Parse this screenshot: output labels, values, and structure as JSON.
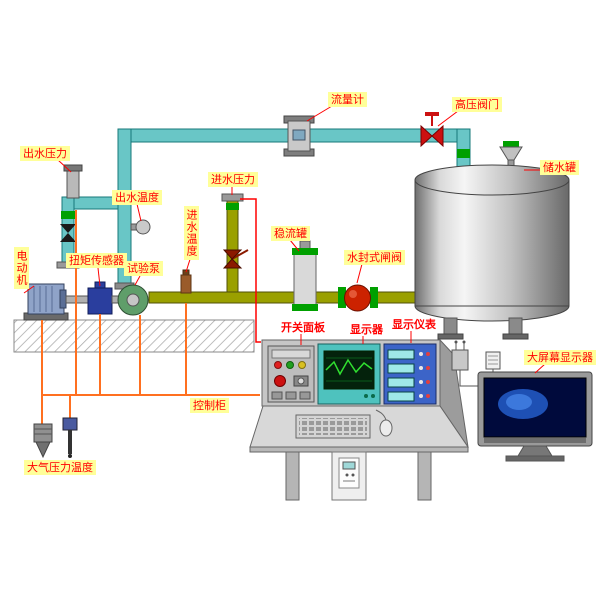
{
  "labels": {
    "outlet_pressure": "出水压力",
    "flow_meter": "流量计",
    "high_pressure_valve": "高压阀门",
    "storage_tank": "储水罐",
    "outlet_temperature": "出水温度",
    "inlet_pressure": "进水压力",
    "inlet_temperature": "进水温度",
    "stabilizer_tank": "稳流罐",
    "water_seal_gate_valve": "水封式闸阀",
    "motor": "电动机",
    "torque_sensor": "扭矩传感器",
    "test_pump": "试验泵",
    "control_cabinet": "控制柜",
    "atmos_pressure_temp": "大气压力温度",
    "switch_panel": "开关面板",
    "monitor": "显示器",
    "instruments": "显示仪表",
    "large_screen": "大屏幕显示器"
  },
  "colors": {
    "pipe_teal": "#69C6C6",
    "pipe_olive": "#9AA000",
    "wire_orange": "#FF7020",
    "leader_red": "#FF0000",
    "label_bg": "#FFFF99",
    "label_text": "#FF0000",
    "valve_red": "#CC1111",
    "band_green": "#00A000"
  }
}
